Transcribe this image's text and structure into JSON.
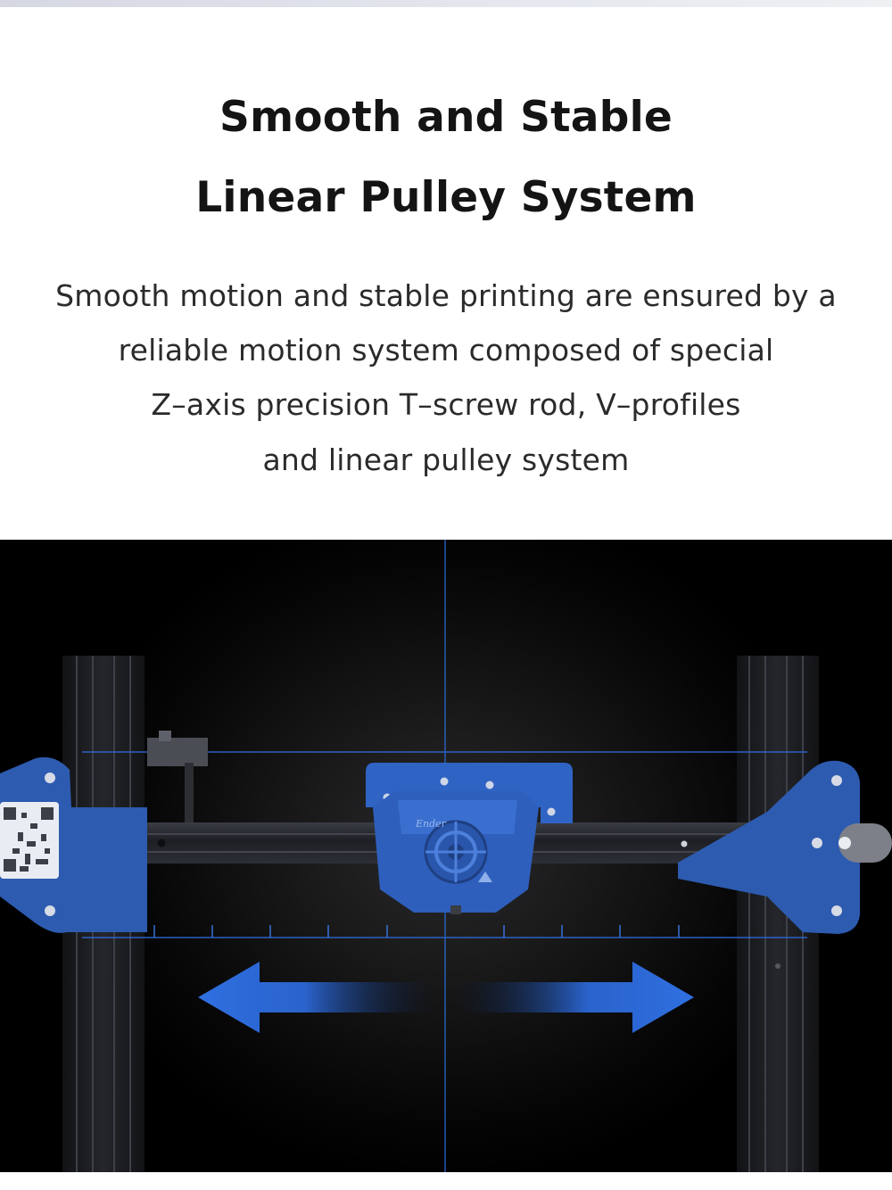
{
  "heading": {
    "line1": "Smooth and Stable",
    "line2": "Linear Pulley System"
  },
  "description": {
    "line1": "Smooth motion and stable printing are ensured by a",
    "line2": "reliable motion system composed of special",
    "line3": "Z–axis precision T–screw rod, V–profiles",
    "line4": "and linear pulley system"
  },
  "colors": {
    "accent_blue": "#2f6fe0",
    "part_blue": "#2d5bb0",
    "background_dark": "#000000"
  },
  "icons": [
    "left-arrow-icon",
    "right-arrow-icon"
  ]
}
